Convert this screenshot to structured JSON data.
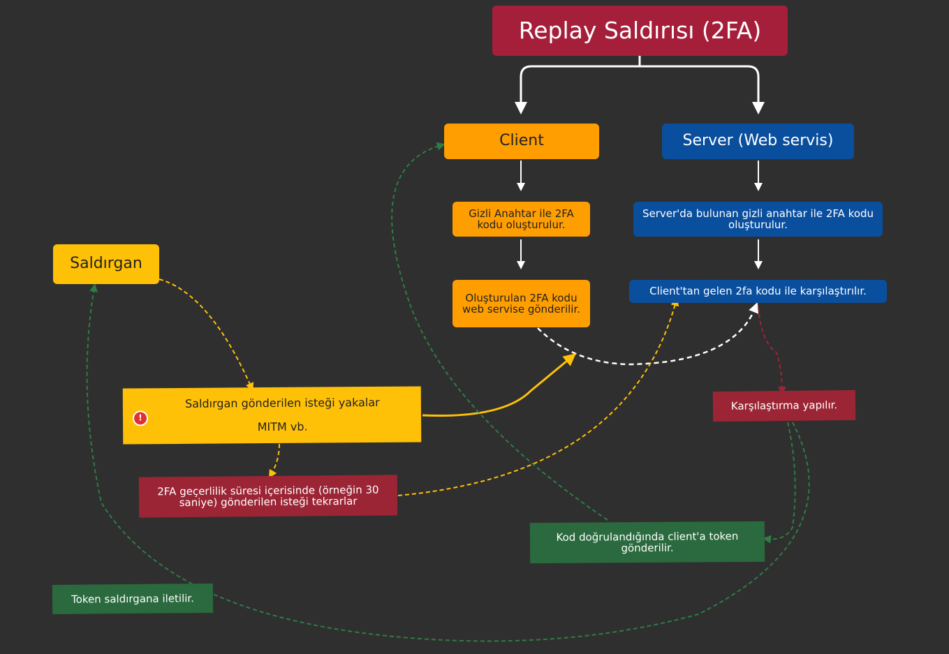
{
  "title": "Replay Saldırısı (2FA)",
  "client": {
    "label": "Client",
    "step1": "Gizli Anahtar ile 2FA kodu oluşturulur.",
    "step2": "Oluşturulan 2FA kodu web servise gönderilir."
  },
  "server": {
    "label": "Server (Web servis)",
    "step1": "Server'da bulunan gizli anahtar ile 2FA kodu oluşturulur.",
    "step2": "Client'tan gelen 2fa kodu ile karşılaştırılır."
  },
  "attacker": {
    "label": "Saldırgan",
    "capture_line1": "Saldırgan gönderilen isteği yakalar",
    "capture_line2": "MITM vb.",
    "replay": "2FA geçerlilik süresi içerisinde (örneğin 30 saniye) gönderilen isteği tekrarlar",
    "token_forward": "Token saldırgana iletilir."
  },
  "compare_note": "Karşılaştırma yapılır.",
  "token_note": "Kod doğrulandığında client'a token gönderilir.",
  "icons": {
    "warning": "warning-icon"
  },
  "colors": {
    "background": "#2f2f2f",
    "title": "#a51f3b",
    "client": "#ff9e00",
    "server": "#0a4f9e",
    "attacker": "#ffc107",
    "note_red": "#9c2535",
    "note_green": "#2a6a3e"
  }
}
